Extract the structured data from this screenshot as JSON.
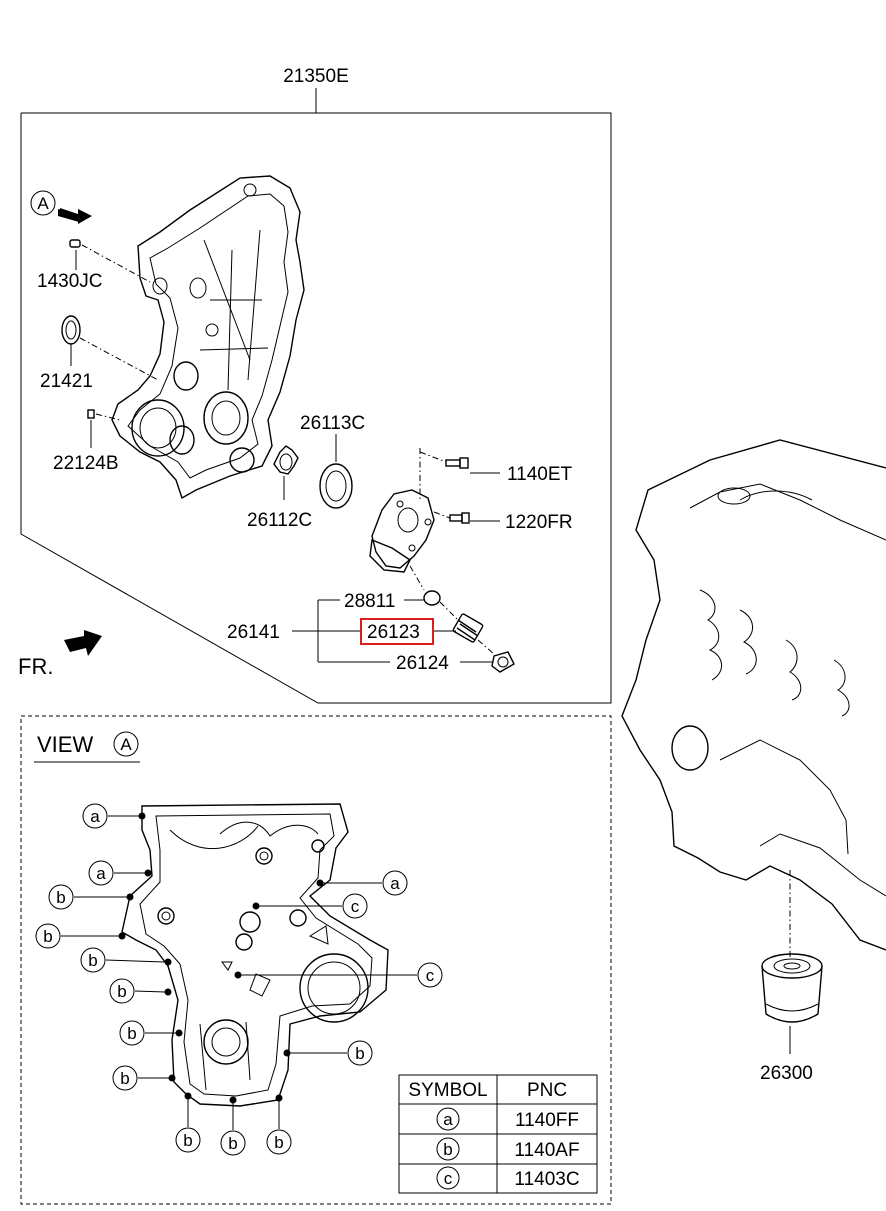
{
  "parts": {
    "assembly": "21350E",
    "dowel_pin": "1430JC",
    "oil_seal": "21421",
    "plug": "22124B",
    "outer_rotor": "26113C",
    "inner_rotor": "26112C",
    "bolt_1": "1140ET",
    "bolt_2": "1220FR",
    "relief_plug": "28811",
    "relief_kit": "26141",
    "relief_spring": "26123",
    "relief_plunger": "26124",
    "oil_filter": "26300"
  },
  "markers": {
    "view_ref": "A",
    "front": "FR."
  },
  "view_section": {
    "title": "VIEW",
    "ref": "A"
  },
  "callouts": {
    "a": "a",
    "b": "b",
    "c": "c"
  },
  "legend": {
    "headers": {
      "symbol": "SYMBOL",
      "pnc": "PNC"
    },
    "rows": [
      {
        "symbol": "a",
        "pnc": "1140FF"
      },
      {
        "symbol": "b",
        "pnc": "1140AF"
      },
      {
        "symbol": "c",
        "pnc": "11403C"
      }
    ]
  },
  "highlight_color": "#d81e1e"
}
